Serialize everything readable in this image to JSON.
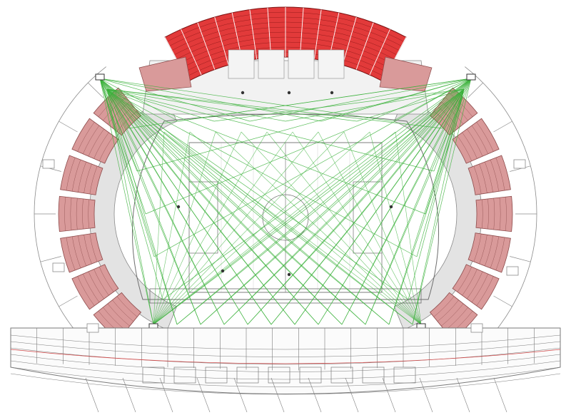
{
  "diagram": {
    "kind": "stadium-floodlight-layout-plan",
    "colors": {
      "background": "#ffffff",
      "upper_tier_seating": "#e23a3a",
      "upper_tier_lines": "#7a1010",
      "side_tier_seating": "#d99a9a",
      "side_tier_lines": "#8c4a4a",
      "concourse": "#e3e3e3",
      "structure_lines": "#8a8a8a",
      "floodlight_beams": "#3bb23b",
      "pitch_lines": "#6e6e6e",
      "lower_structure": "#7a7a7a",
      "red_accent": "#d24a4a"
    },
    "light_banks": [
      "west-roof-bank",
      "east-roof-bank",
      "south-west-mast",
      "south-east-mast"
    ]
  }
}
